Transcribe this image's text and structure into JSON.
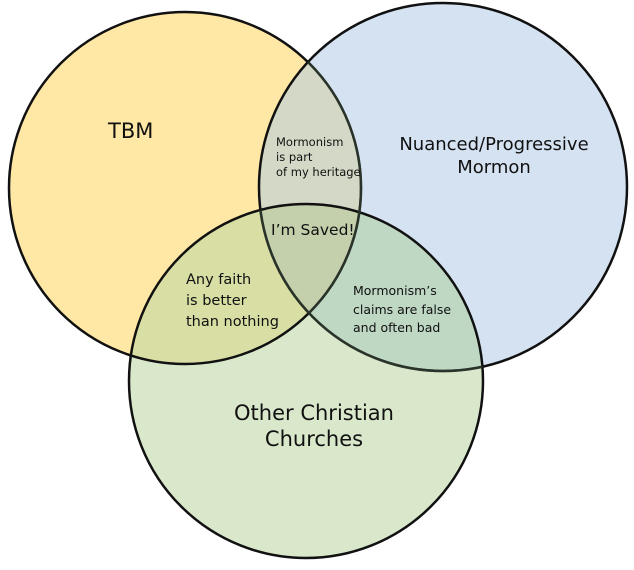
{
  "sets": {
    "tbm": {
      "label": "TBM",
      "color": "#FFE7A6"
    },
    "nuanced": {
      "label_line1": "Nuanced/Progressive",
      "label_line2": "Mormon",
      "color": "#D4E2F2"
    },
    "christian": {
      "label_line1": "Other Christian",
      "label_line2": "Churches",
      "color": "#D9E8CB"
    }
  },
  "overlaps": {
    "tbm_nuanced": {
      "lines": [
        "Mormonism",
        "is part",
        "of my heritage"
      ],
      "color": "#D4D8C6"
    },
    "tbm_christian": {
      "lines": [
        "Any faith",
        "is better",
        "than nothing"
      ],
      "color": "#D9DFA4"
    },
    "nuanced_christian": {
      "lines": [
        "Mormonism’s",
        "claims are false",
        "and often bad"
      ],
      "color": "#BFD8C4"
    },
    "all": {
      "label": "I’m Saved!",
      "color": "#C4CFAB"
    }
  }
}
